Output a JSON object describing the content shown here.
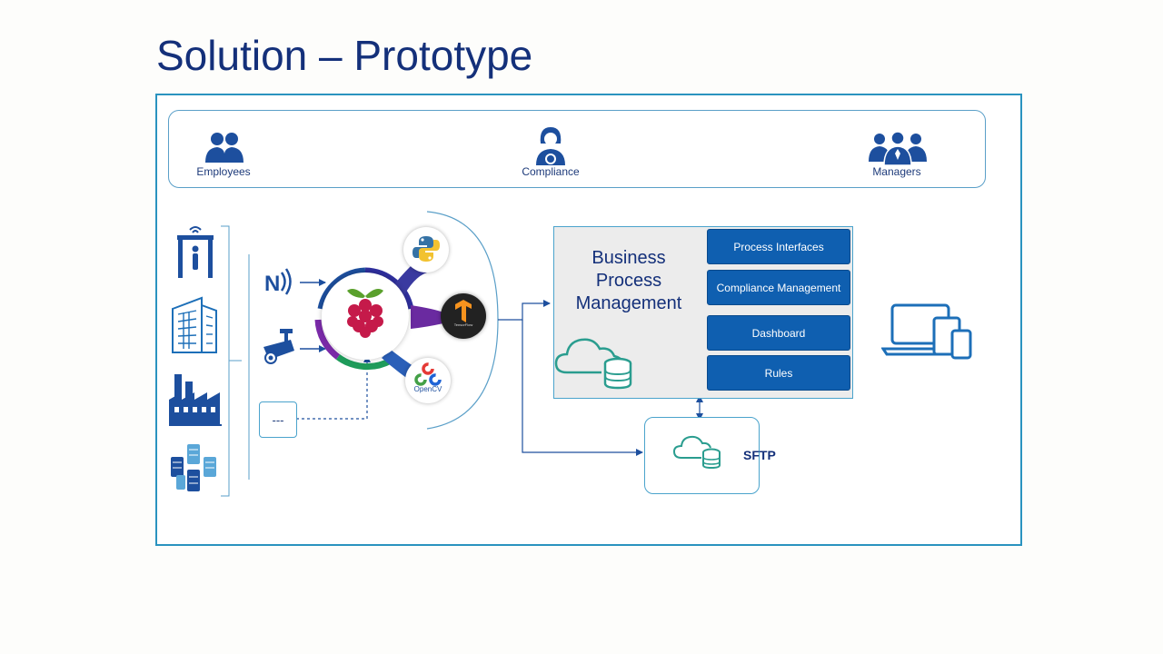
{
  "slide": {
    "title": "Solution – Prototype"
  },
  "roles": [
    {
      "label": "Employees",
      "icon": "employees-group-icon"
    },
    {
      "label": "Compliance",
      "icon": "compliance-officer-icon"
    },
    {
      "label": "Managers",
      "icon": "managers-group-icon"
    }
  ],
  "sources": {
    "icons": [
      "security-gate-icon",
      "office-building-icon",
      "factory-icon",
      "data-center-icon"
    ]
  },
  "devices": {
    "icons": [
      "nfc-icon",
      "cctv-camera-icon"
    ],
    "other_label": "---"
  },
  "hub": {
    "center_icon": "raspberry-pi-icon",
    "tools": [
      {
        "icon": "python-icon"
      },
      {
        "icon": "tensorflow-icon",
        "caption": "TensorFlow"
      },
      {
        "icon": "opencv-icon",
        "caption": "OpenCV"
      }
    ]
  },
  "bpm": {
    "title_line1": "Business",
    "title_line2": "Process",
    "title_line3": "Management",
    "modules": [
      "Process Interfaces",
      "Compliance Management",
      "Dashboard",
      "Rules"
    ]
  },
  "sftp": {
    "label": "SFTP"
  },
  "clients": {
    "icon": "laptop-tablet-phone-icon"
  },
  "colors": {
    "title": "#14307a",
    "frame": "#2a93bf",
    "button": "#0f5fb0",
    "icon_blue": "#1d4f9e",
    "cloud_green": "#2a9d8f"
  }
}
